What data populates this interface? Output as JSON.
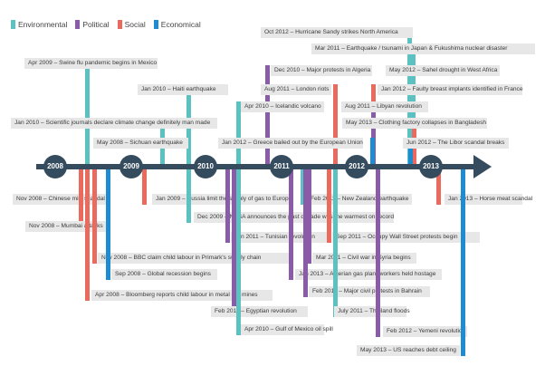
{
  "legend": [
    {
      "key": "env",
      "label": "Environmental",
      "color": "#5bc2c1"
    },
    {
      "key": "pol",
      "label": "Political",
      "color": "#8a5ca8"
    },
    {
      "key": "soc",
      "label": "Social",
      "color": "#ea6a5e"
    },
    {
      "key": "eco",
      "label": "Economical",
      "color": "#1f8bd0"
    }
  ],
  "years": [
    "2008",
    "2009",
    "2010",
    "2011",
    "2012",
    "2013"
  ],
  "events": [
    {
      "label": "Oct 2012 – Hurricane Sandy strikes North America",
      "category": "env"
    },
    {
      "label": "Mar 2011 – Earthquake / tsunami in Japan & Fukushima nuclear disaster",
      "category": "env"
    },
    {
      "label": "Apr 2009 – Swine flu pandemic begins in Mexico",
      "category": "env"
    },
    {
      "label": "Dec 2010 – Major protests in Algeria",
      "category": "pol"
    },
    {
      "label": "May 2012 – Sahel drought in West Africa",
      "category": "env"
    },
    {
      "label": "Jan 2010 – Haiti earthquake",
      "category": "env"
    },
    {
      "label": "Aug 2011 – London riots",
      "category": "soc"
    },
    {
      "label": "Jan 2012 – Faulty breast implants identified in France",
      "category": "soc"
    },
    {
      "label": "Apr 2010 – Icelandic volcano",
      "category": "env"
    },
    {
      "label": "Aug 2011 – Libyan revolution",
      "category": "pol"
    },
    {
      "label": "Jan 2010 – Scientific journals declare climate change definitely man made",
      "category": "env"
    },
    {
      "label": "May 2013 – Clothing factory collapses in Bangladesh",
      "category": "soc"
    },
    {
      "label": "May 2008 – Sichuan earthquake",
      "category": "env"
    },
    {
      "label": "Jan 2012 – Greece bailed out by the European Union",
      "category": "eco"
    },
    {
      "label": "Jun 2012 – The Libor scandal breaks",
      "category": "eco"
    },
    {
      "label": "Nov 2008 – Chinese milk scandal",
      "category": "soc"
    },
    {
      "label": "Jan 2009 – Russia limit the supply of gas to Europe",
      "category": "soc"
    },
    {
      "label": "Feb 2011 – New Zealand earthquake",
      "category": "env"
    },
    {
      "label": "Jan 2013 – Horse meat scandal",
      "category": "soc"
    },
    {
      "label": "Dec 2009 – NASA announces the past decade was the warmest on record",
      "category": "env"
    },
    {
      "label": "Nov 2008 – Mumbai attacks",
      "category": "soc"
    },
    {
      "label": "Jan 2011 – Tunisian revolution",
      "category": "pol"
    },
    {
      "label": "Sep 2011 – Occupy Wall Street protests begin",
      "category": "soc"
    },
    {
      "label": "Nov 2008 – BBC claim child labour in Primark's supply chain",
      "category": "soc"
    },
    {
      "label": "Mar 2011 – Civil war in Syria begins",
      "category": "pol"
    },
    {
      "label": "Sep 2008 – Global recession begins",
      "category": "eco"
    },
    {
      "label": "Jan 2013 – Algerian gas plant workers held hostage",
      "category": "pol"
    },
    {
      "label": "Apr 2008 – Bloomberg reports child labour in metal ore mines",
      "category": "soc"
    },
    {
      "label": "Feb 2011 – Major civil protests in Bahrain",
      "category": "pol"
    },
    {
      "label": "Feb 2011 – Egyptian revolution",
      "category": "pol"
    },
    {
      "label": "July 2011 – Thailand floods",
      "category": "env"
    },
    {
      "label": "Apr 2010 – Gulf of Mexico oil spill",
      "category": "env"
    },
    {
      "label": "Feb 2012 – Yemeni revolution",
      "category": "pol"
    },
    {
      "label": "May 2013 – US reaches debt ceiling",
      "category": "eco"
    }
  ]
}
